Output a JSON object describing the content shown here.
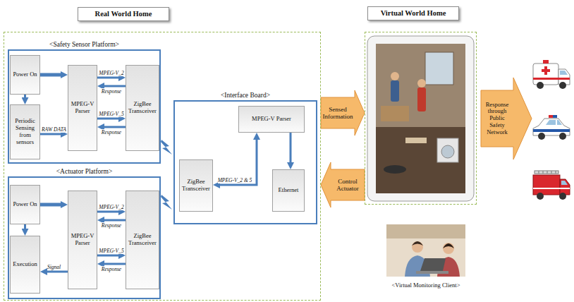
{
  "diagram": {
    "nodes": [
      {
        "text": [
          "Real World Home"
        ]
      },
      {
        "text": [
          "<Safety Sensor Platform>"
        ],
        "in": 0
      },
      {
        "text": [
          "Power On"
        ],
        "in": 1
      },
      {
        "text": [
          "Periodic Sensing from sensors"
        ],
        "in": 1
      },
      {
        "text": [
          "MPEG-V Parser"
        ],
        "in": 1
      },
      {
        "text": [
          "ZigBee Transceiver"
        ],
        "in": 1
      },
      {
        "text": [
          "<Interface Board>"
        ],
        "in": 0
      },
      {
        "text": [
          "MPEG-V Parser"
        ],
        "in": 6
      },
      {
        "text": [
          "Ethernet"
        ],
        "in": 6
      },
      {
        "text": [
          "ZigBee Transceiver"
        ],
        "in": 6
      },
      {
        "text": [
          "<Actuator Platform>"
        ],
        "in": 0
      },
      {
        "text": [
          "Power On"
        ],
        "in": 10
      },
      {
        "text": [
          "Execution"
        ],
        "in": 10
      },
      {
        "text": [
          "MPEG-V Parser"
        ],
        "in": 10
      },
      {
        "text": [
          "ZigBee Transceiver"
        ],
        "in": 10
      },
      {
        "text": [
          "Virtual World Home"
        ]
      }
    ],
    "edges": [
      {
        "from": 2,
        "to": 3,
        "arrow": "to"
      },
      {
        "from": 2,
        "to": 4,
        "arrow": "to"
      },
      {
        "from": 3,
        "to": 4,
        "label": "RAW DATA",
        "arrow": "to"
      },
      {
        "from": 4,
        "to": 5,
        "label": "MPEG-V_2",
        "arrow": "to"
      },
      {
        "from": 5,
        "to": 4,
        "label": "Response",
        "arrow": "to"
      },
      {
        "from": 4,
        "to": 5,
        "label": "MPEG-V_5",
        "arrow": "to"
      },
      {
        "from": 5,
        "to": 4,
        "label": "Response",
        "arrow": "to"
      },
      {
        "from": 9,
        "to": 7,
        "label": "MPEG-V_2 & 5",
        "arrow": "both"
      },
      {
        "from": 7,
        "to": 8,
        "arrow": "to"
      },
      {
        "from": 11,
        "to": 13,
        "arrow": "to"
      },
      {
        "from": 11,
        "to": 12,
        "arrow": "to"
      },
      {
        "from": 13,
        "to": 12,
        "label": "Signal",
        "arrow": "to"
      },
      {
        "from": 13,
        "to": 14,
        "label": "MPEG-V_2",
        "arrow": "to"
      },
      {
        "from": 14,
        "to": 13,
        "label": "Response",
        "arrow": "to"
      },
      {
        "from": 13,
        "to": 14,
        "label": "MPEG-V_5",
        "arrow": "to"
      },
      {
        "from": 14,
        "to": 13,
        "label": "Response",
        "arrow": "to"
      },
      {
        "from": 0,
        "to": 15,
        "label": "Sensed Information",
        "arrow": "to"
      },
      {
        "from": 15,
        "to": 0,
        "label": "Control Actuator",
        "arrow": "to"
      }
    ],
    "labels": [
      "Response through Public Safety Network",
      "<Virtual Monitoring Client>"
    ]
  }
}
